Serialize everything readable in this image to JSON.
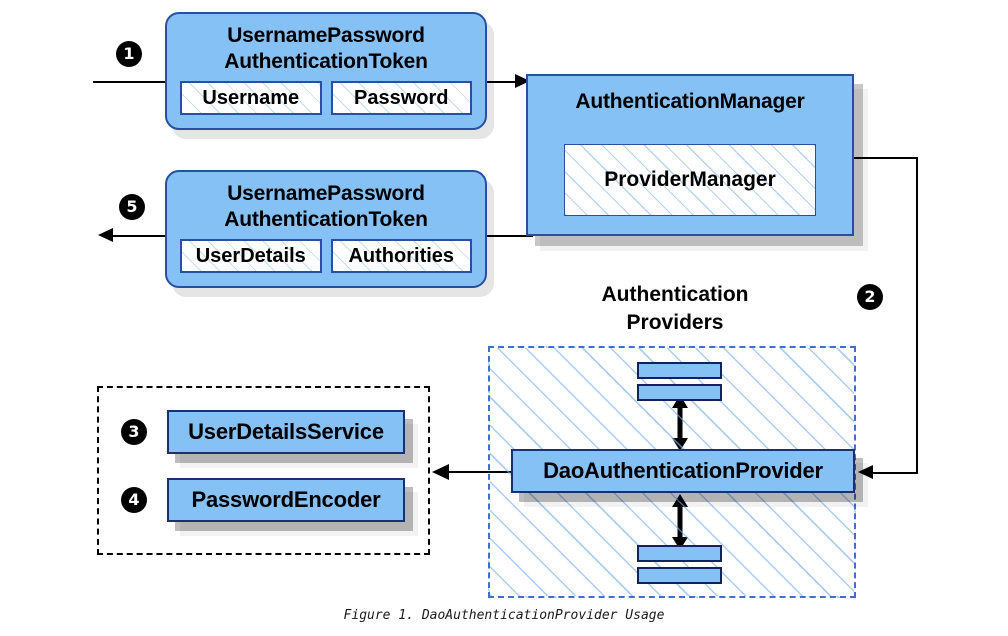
{
  "figure": {
    "caption": "Figure 1. DaoAuthenticationProvider Usage"
  },
  "steps": {
    "one": "1",
    "two": "2",
    "three": "3",
    "four": "4",
    "five": "5"
  },
  "request_token": {
    "title_line1": "UsernamePassword",
    "title_line2": "AuthenticationToken",
    "fields": [
      {
        "label": "Username"
      },
      {
        "label": "Password"
      }
    ]
  },
  "response_token": {
    "title_line1": "UsernamePassword",
    "title_line2": "AuthenticationToken",
    "fields": [
      {
        "label": "UserDetails"
      },
      {
        "label": "Authorities"
      }
    ]
  },
  "authentication_manager": {
    "title": "AuthenticationManager",
    "inner": "ProviderManager"
  },
  "providers": {
    "label_line1": "Authentication",
    "label_line2": "Providers",
    "dao_provider": "DaoAuthenticationProvider"
  },
  "services": {
    "user_details_service": "UserDetailsService",
    "password_encoder": "PasswordEncoder"
  },
  "colors": {
    "box_fill": "#85c1f5",
    "box_border": "#2a4fa2",
    "dark_border": "#11225c",
    "dashed_blue": "#3e6fd0",
    "hatch": "#78afeb",
    "line": "#000000",
    "background": "#ffffff"
  }
}
